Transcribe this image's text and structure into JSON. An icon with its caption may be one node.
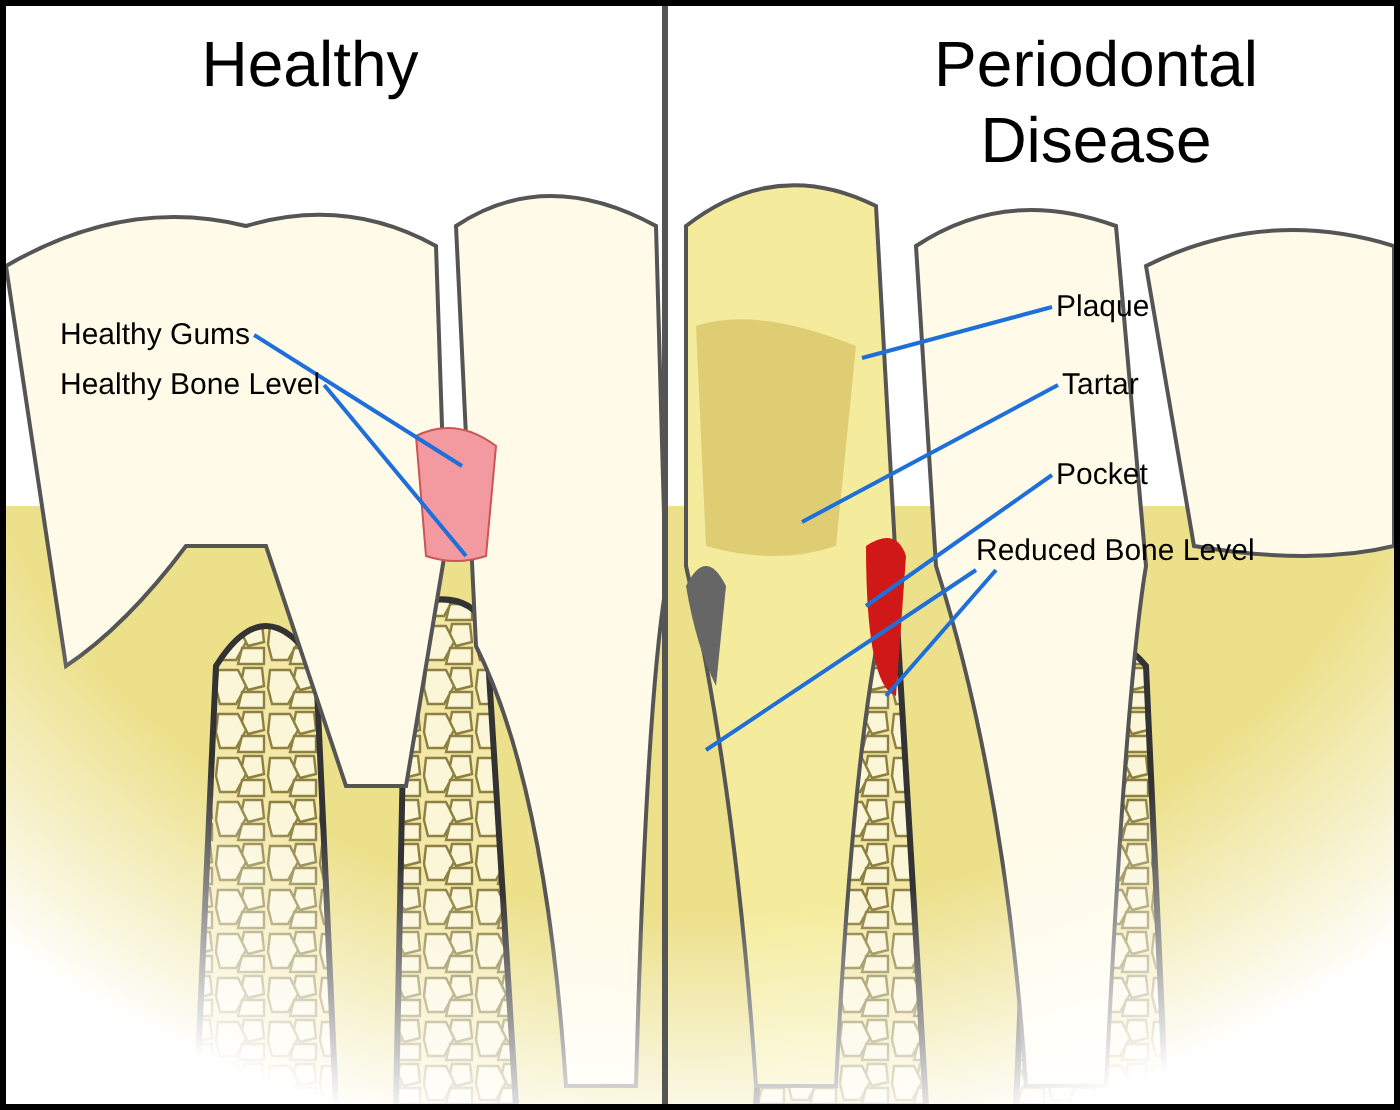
{
  "diagram": {
    "nodes": [
      {
        "text": [
          "Healthy Gums"
        ]
      },
      {
        "text": [
          "Healthy Bone Level"
        ]
      },
      {
        "text": [
          "Plaque"
        ]
      },
      {
        "text": [
          "Tartar"
        ]
      },
      {
        "text": [
          "Pocket"
        ]
      },
      {
        "text": [
          "Reduced Bone Level"
        ]
      }
    ],
    "edges": [
      {
        "from": 0,
        "to": null,
        "arrow": "none"
      },
      {
        "from": 1,
        "to": null,
        "arrow": "none"
      },
      {
        "from": 2,
        "to": null,
        "arrow": "none"
      },
      {
        "from": 3,
        "to": null,
        "arrow": "none"
      },
      {
        "from": 4,
        "to": null,
        "arrow": "none"
      },
      {
        "from": 5,
        "to": null,
        "arrow": "none"
      },
      {
        "from": 5,
        "to": null,
        "arrow": "none"
      }
    ],
    "labels": [
      "Healthy",
      "Periodontal Disease"
    ]
  }
}
